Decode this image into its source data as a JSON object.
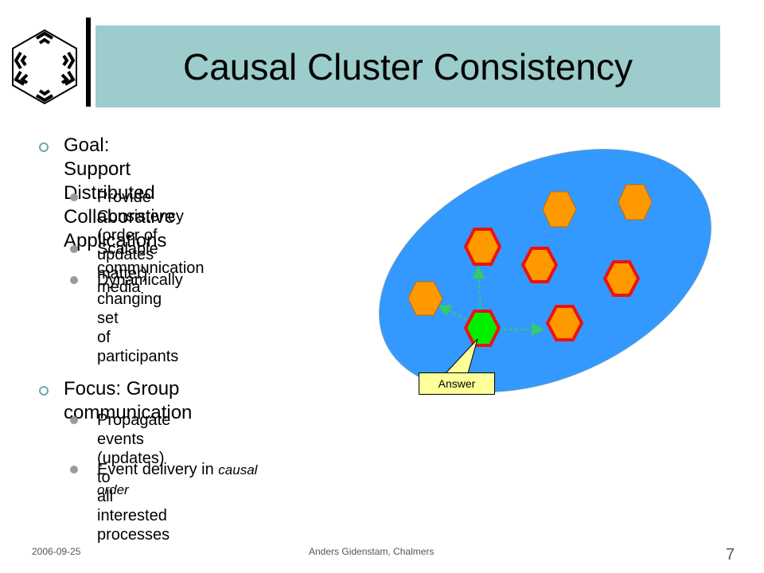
{
  "slide": {
    "title": "Causal Cluster Consistency",
    "bullets": [
      {
        "text_line1": "Goal: Support Distributed Collaborative",
        "text_line2": "Applications",
        "sub": [
          {
            "line1": "Provide Consistency (order of updates",
            "line2": "matter)"
          },
          {
            "line1": "Scalable communication media",
            "line2": ""
          },
          {
            "line1": "Dynamically changing set",
            "line2": "of participants"
          }
        ]
      },
      {
        "text_line1": "Focus: Group communication",
        "text_line2": "",
        "sub": [
          {
            "line1": "Propagate events (updates) to",
            "line2": "all interested processes"
          },
          {
            "line1": "Event delivery in ",
            "emphasis": "causal order"
          }
        ]
      }
    ],
    "callout": "Answer",
    "footer": {
      "date": "2006-09-25",
      "author": "Anders Gidenstam, Chalmers",
      "page": "7"
    }
  },
  "colors": {
    "title_bg": "#9ccccc",
    "ellipse": "#3399ff",
    "hex_orange": "#ff9900",
    "hex_red_border": "#ff0000",
    "hex_green": "#00ee00",
    "arrow": "#33cc66",
    "callout_bg": "#ffff99"
  }
}
